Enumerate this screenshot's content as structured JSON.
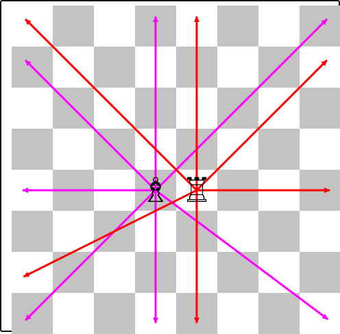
{
  "board": {
    "files": 8,
    "ranks": 8,
    "light_square_color": "#ffffff",
    "dark_square_color": "#c3c3c3",
    "border_color": "#111111"
  },
  "pieces": [
    {
      "name": "white-bishop",
      "glyph": "♗",
      "square": "d4"
    },
    {
      "name": "white-rook",
      "glyph": "♖",
      "square": "e4"
    }
  ],
  "move_lines": {
    "bishop_color": "#ff00ff",
    "rook_color": "#ff0000",
    "bishop_targets": [
      "d8",
      "d1",
      "a4",
      "a7",
      "h8",
      "a1",
      "h1"
    ],
    "rook_targets": [
      "e8",
      "e1",
      "h4",
      "a8",
      "h7",
      "a2"
    ]
  }
}
